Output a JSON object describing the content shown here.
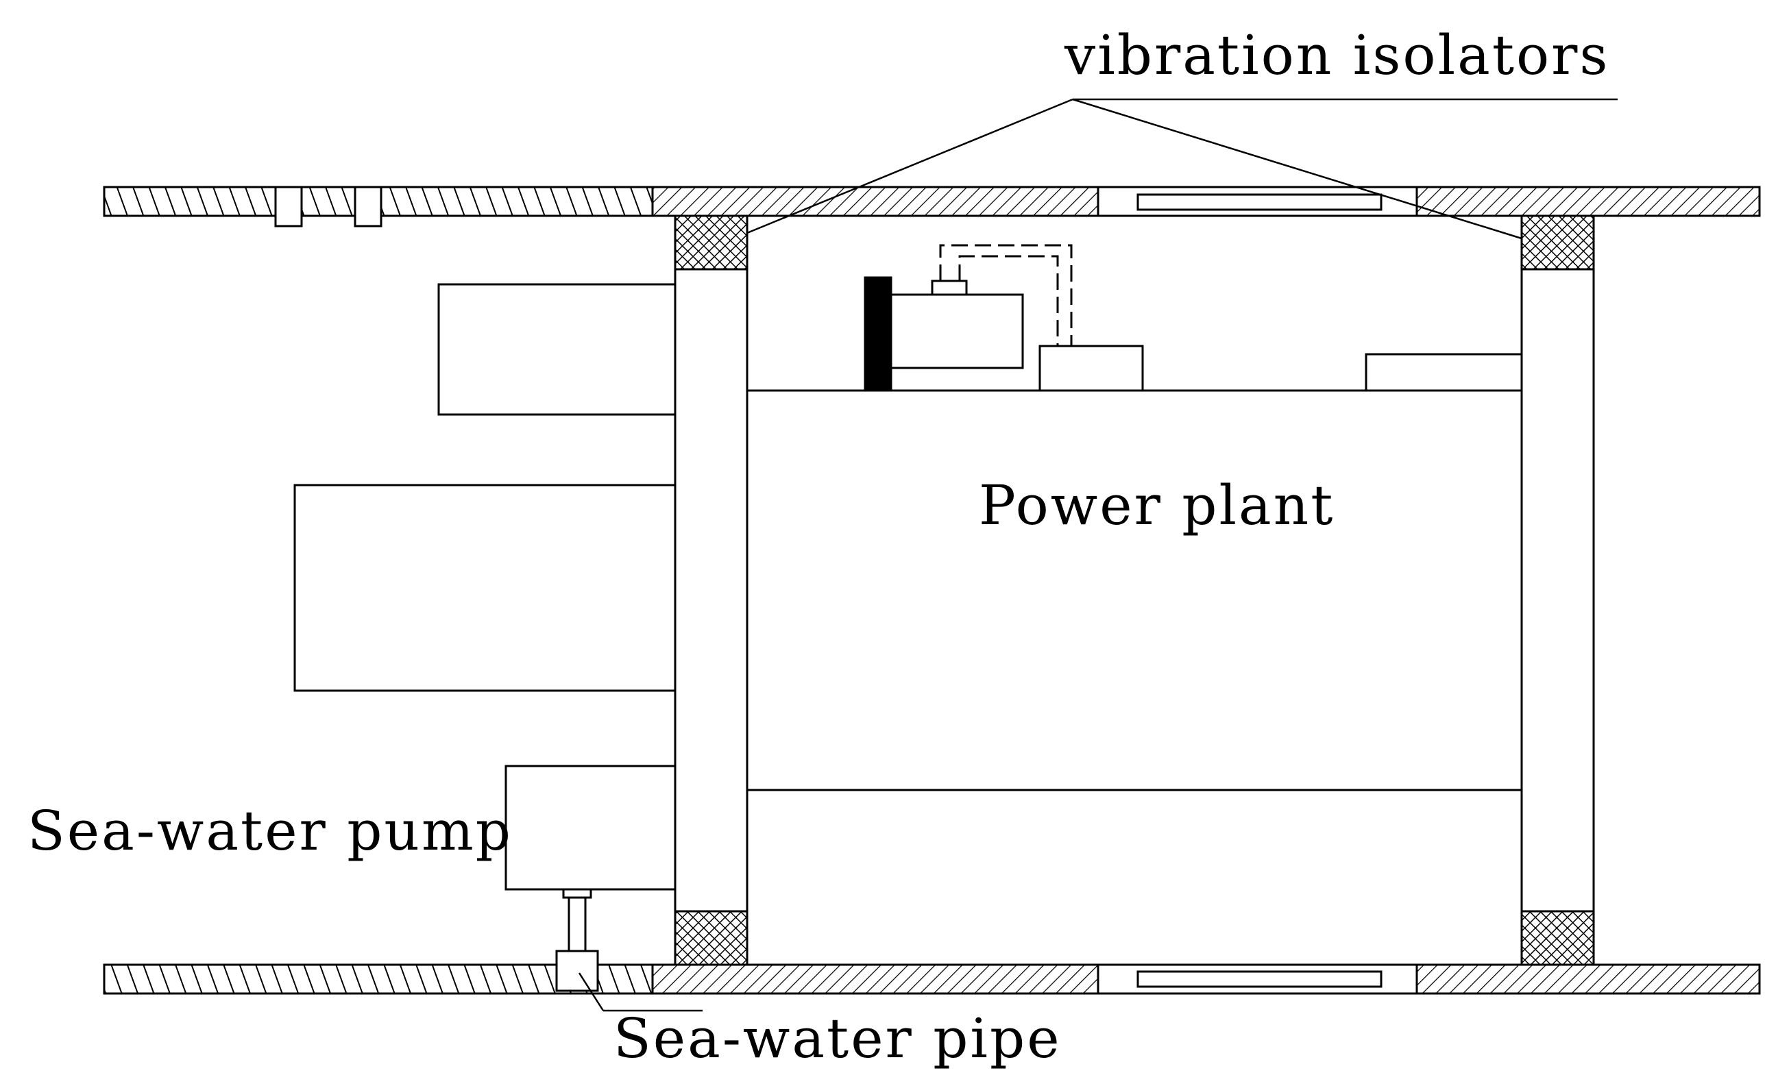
{
  "labels": {
    "vibration_isolators": "vibration isolators",
    "power_plant": "Power plant",
    "sea_water_pump": "Sea-water pump",
    "sea_water_pipe": "Sea-water pipe"
  },
  "colors": {
    "stroke": "#000000",
    "background": "#ffffff"
  }
}
